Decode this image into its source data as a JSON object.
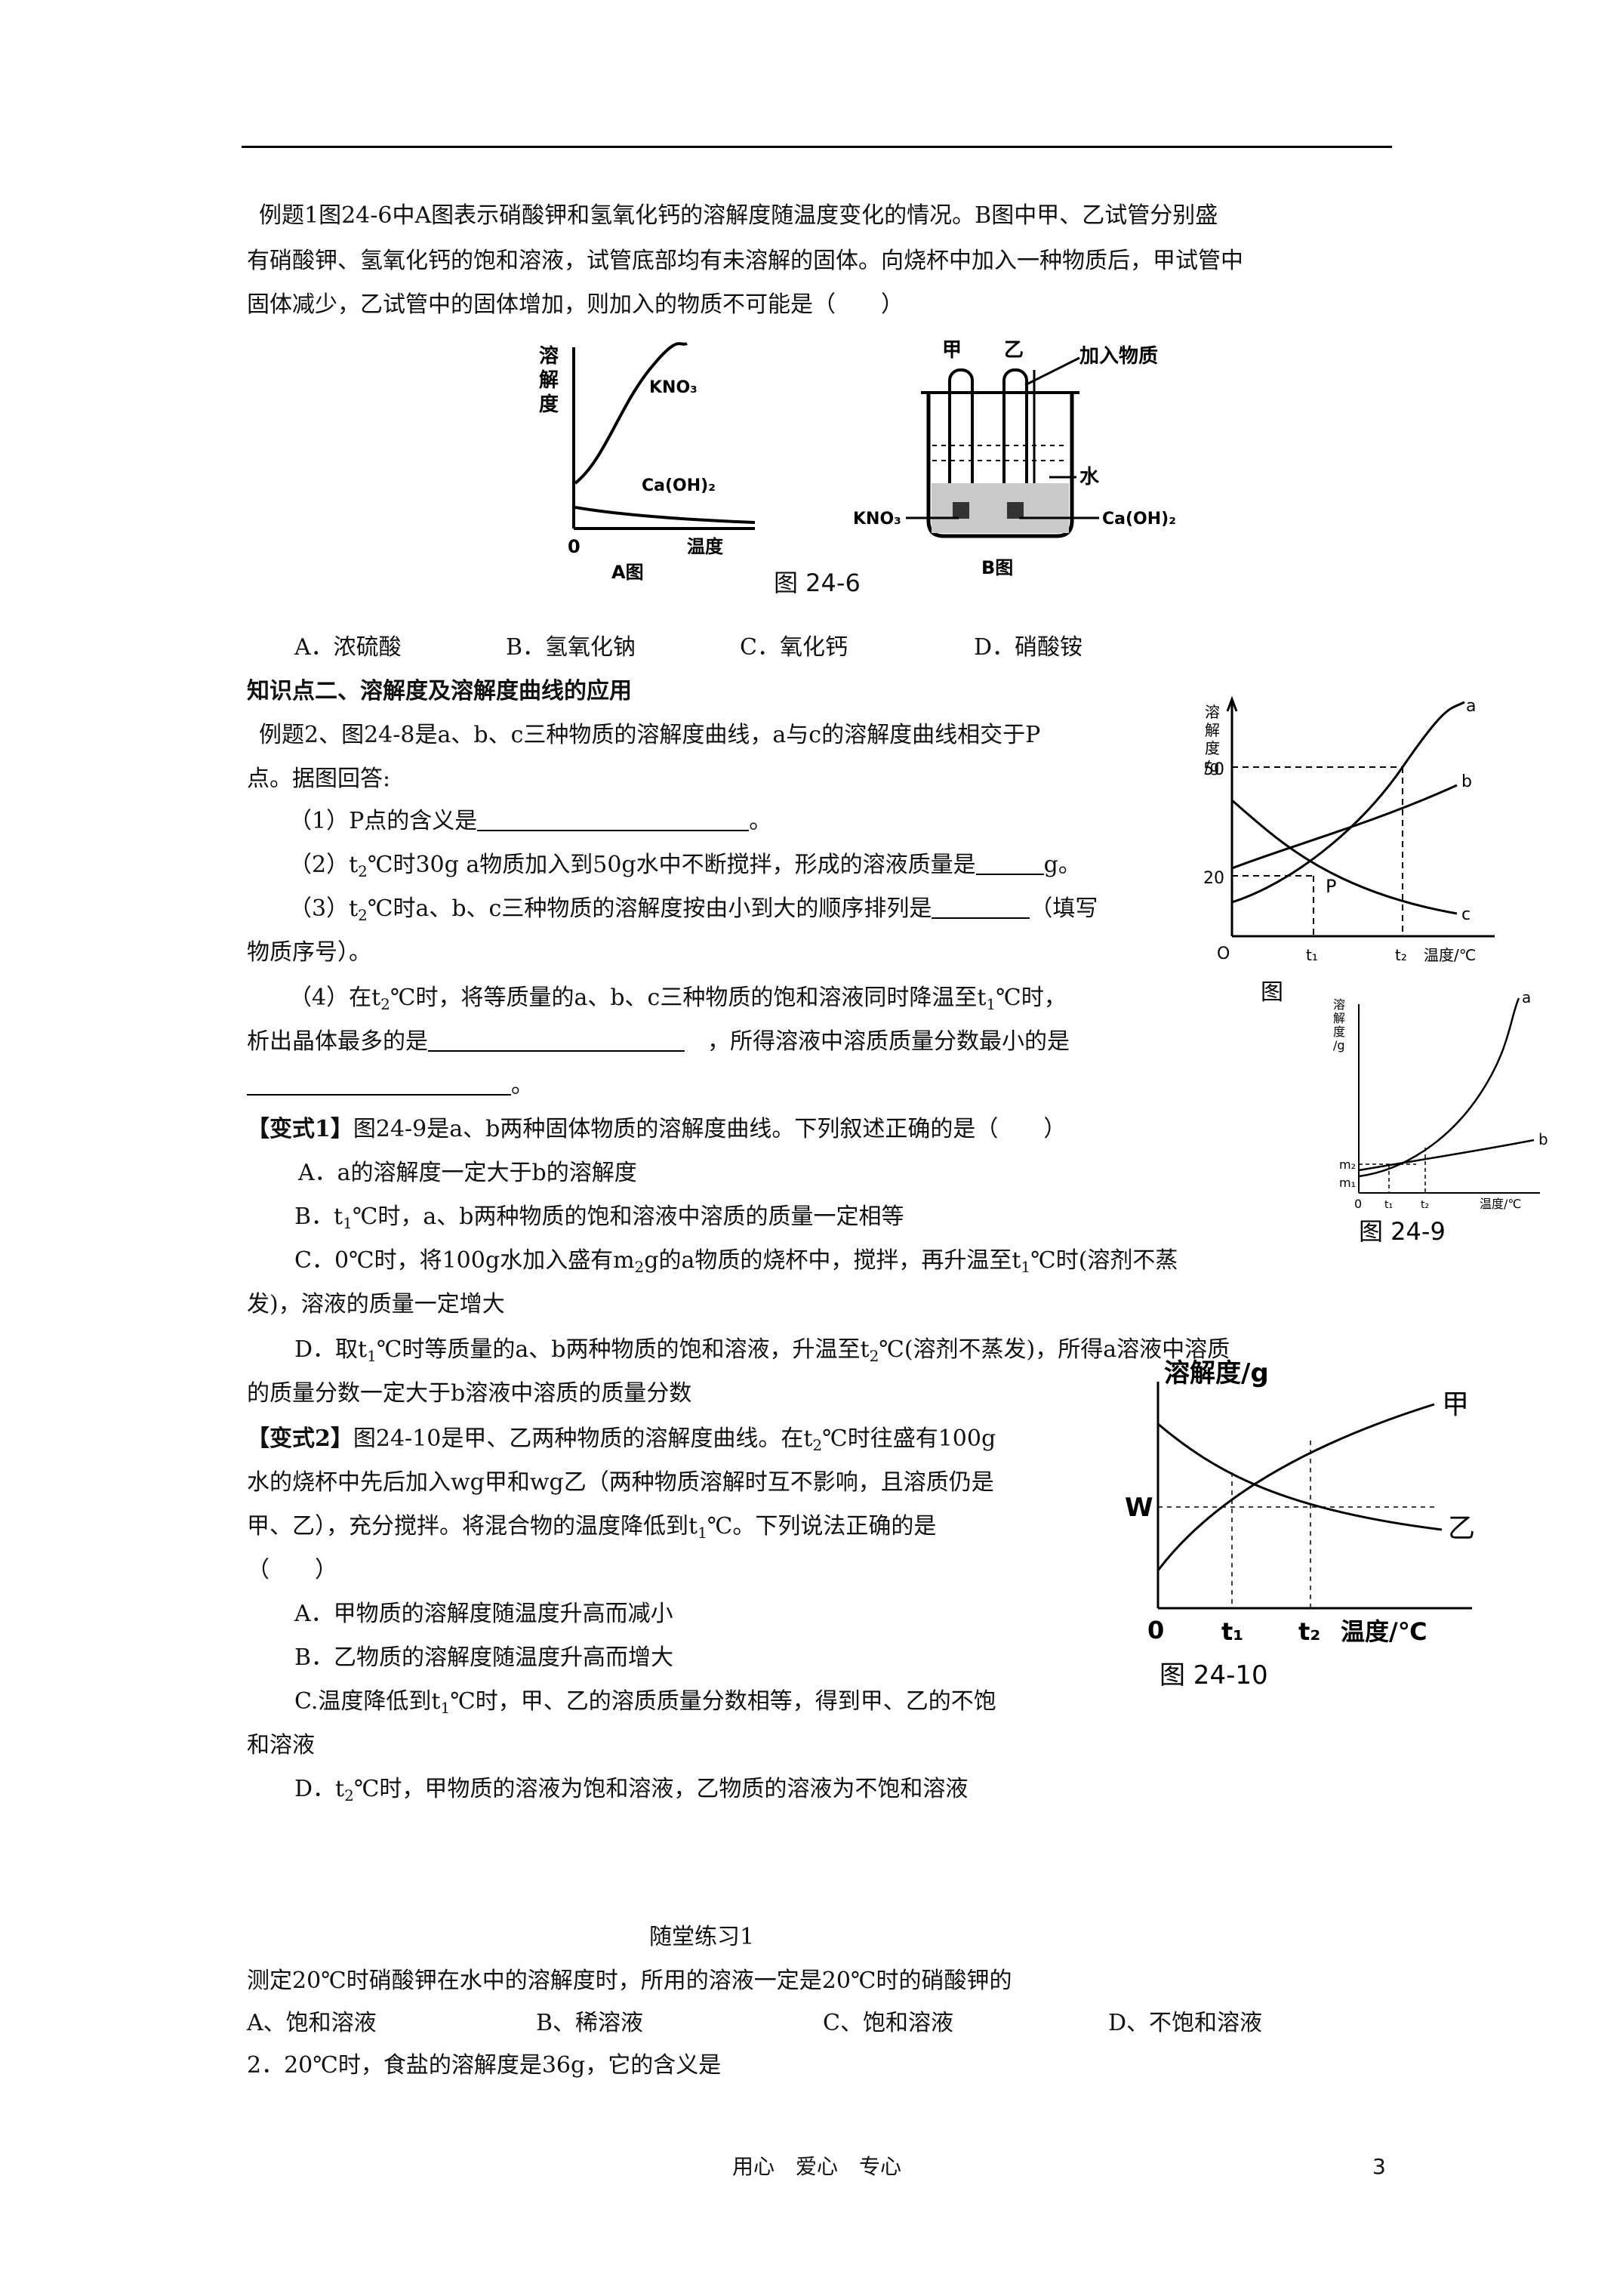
{
  "example1": {
    "line1": "例题1图24-6中A图表示硝酸钾和氢氧化钙的溶解度随温度变化的情况。B图中甲、乙试管分别盛",
    "line2": "有硝酸钾、氢氧化钙的饱和溶液，试管底部均有未溶解的固体。向烧杯中加入一种物质后，甲试管中",
    "line3": "固体减少，乙试管中的固体增加，则加入的物质不可能是（　　）",
    "figA": {
      "ylabel": "溶解度",
      "xlabel": "温度",
      "origin": "0",
      "kno3": "KNO₃",
      "caoh2": "Ca(OH)₂",
      "caption": "A图"
    },
    "figB": {
      "jia": "甲",
      "yi": "乙",
      "add": "加入物质",
      "water": "水",
      "kno3": "KNO₃",
      "caoh2": "Ca(OH)₂",
      "caption": "B图"
    },
    "fig_caption": "图 24-6",
    "options": {
      "a": "A．浓硫酸",
      "b": "B．氢氧化钠",
      "c": "C．氧化钙",
      "d": "D．硝酸铵"
    }
  },
  "section2": {
    "heading": "知识点二、溶解度及溶解度曲线的应用",
    "ex2_line1": "例题2、图24-8是a、b、c三种物质的溶解度曲线，a与c的溶解度曲线相交于P",
    "ex2_line2": "点。据图回答:",
    "q1": "（1）P点的含义是",
    "q1_end": "。",
    "q2_a": "（2）t",
    "q2_b": "℃时30g a物质加入到50g水中不断搅拌，形成的溶液质量是",
    "q2_end": "g。",
    "q3_a": "（3）t",
    "q3_b": "℃时a、b、c三种物质的溶解度按由小到大的顺序排列是",
    "q3_end": "（填写",
    "q3_line2": "物质序号）。",
    "q4_a": "（4）在t",
    "q4_b": "℃时，将等质量的a、b、c三种物质的饱和溶液同时降温至t",
    "q4_c": "℃时，",
    "q4_line2a": "析出晶体最多的是",
    "q4_line2b": "，所得溶液中溶质质量分数最小的是",
    "q4_line3_end": "。",
    "sub2": "2",
    "sub1": "1"
  },
  "fig248": {
    "ylabel": "溶解度/g",
    "y50": "50",
    "y20": "20",
    "origin": "O",
    "t1": "t₁",
    "t2": "t₂",
    "xlabel": "温度/℃",
    "a": "a",
    "b": "b",
    "c": "c",
    "p": "P",
    "caption": "图"
  },
  "variant1": {
    "title": "【变式1】",
    "text": "图24-9是a、b两种固体物质的溶解度曲线。下列叙述正确的是（　　）",
    "a": "A．a的溶解度一定大于b的溶解度",
    "b_a": "B．t",
    "b_b": "℃时，a、b两种物质的饱和溶液中溶质的质量一定相等",
    "c_a": "C．0℃时，将100g水加入盛有m",
    "c_b": "g的a物质的烧杯中，搅拌，再升温至t",
    "c_c": "℃时(溶剂不蒸",
    "c_line2": "发)，溶液的质量一定增大",
    "d_a": "D．取t",
    "d_b": "℃时等质量的a、b两种物质的饱和溶液，升温至t",
    "d_c": "℃(溶剂不蒸发)，所得a溶液中溶质",
    "d_line2": "的质量分数一定大于b溶液中溶质的质量分数"
  },
  "fig249": {
    "ylabel": "溶解度/g",
    "m2": "m₂",
    "m1": "m₁",
    "origin": "0",
    "t1": "t₁",
    "t2": "t₂",
    "xlabel": "温度/℃",
    "a": "a",
    "b": "b",
    "caption": "图 24-9"
  },
  "variant2": {
    "title": "【变式2】",
    "l1_a": "图24-10是甲、乙两种物质的溶解度曲线。在t",
    "l1_b": "℃时往盛有100g",
    "l2": "水的烧杯中先后加入wg甲和wg乙（两种物质溶解时互不影响，且溶质仍是",
    "l3_a": "甲、乙），充分搅拌。将混合物的温度降低到t",
    "l3_b": "℃。下列说法正确的是",
    "l4": "（　　）",
    "a": "A．甲物质的溶解度随温度升高而减小",
    "b": "B．乙物质的溶解度随温度升高而增大",
    "c_a": "C.温度降低到t",
    "c_b": "℃时，甲、乙的溶质质量分数相等，得到甲、乙的不饱",
    "c_line2": "和溶液",
    "d_a": "D．t",
    "d_b": "℃时，甲物质的溶液为饱和溶液，乙物质的溶液为不饱和溶液"
  },
  "fig2410": {
    "ylabel": "溶解度/g",
    "w": "W",
    "origin": "0",
    "t1": "t₁",
    "t2": "t₂",
    "xlabel": "温度/℃",
    "jia": "甲",
    "yi": "乙",
    "caption": "图 24-10"
  },
  "practice": {
    "title": "随堂练习1",
    "q1": "测定20℃时硝酸钾在水中的溶解度时，所用的溶液一定是20℃时的硝酸钾的",
    "opt_a": "A、饱和溶液",
    "opt_b": "B、稀溶液",
    "opt_c": "C、饱和溶液",
    "opt_d": "D、不饱和溶液",
    "q2": "2．20℃时，食盐的溶解度是36g，它的含义是"
  },
  "footer": {
    "motto": "用心　爱心　专心",
    "page": "3"
  }
}
